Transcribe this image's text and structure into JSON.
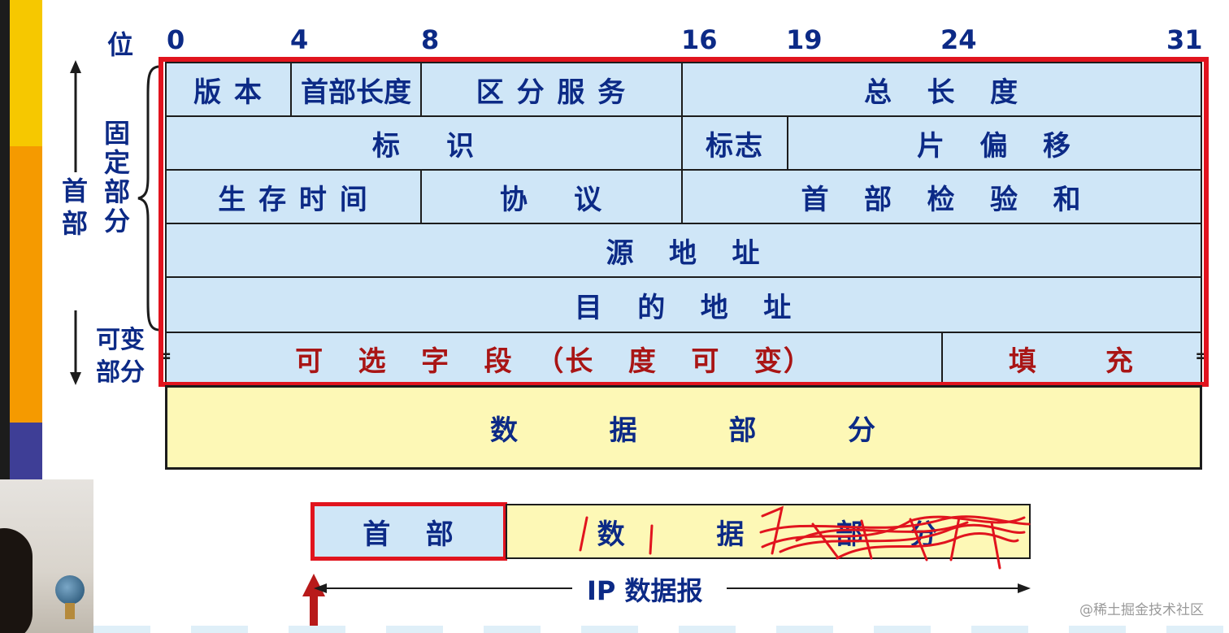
{
  "bits": [
    "位",
    "0",
    "4",
    "8",
    "16",
    "19",
    "24",
    "31"
  ],
  "side": {
    "header": "首部",
    "fixed": "固定部分",
    "variable_line1": "可变",
    "variable_line2": "部分"
  },
  "header_fields": {
    "version": "版 本",
    "header_length": "首部长度",
    "diff_services": "区 分 服 务",
    "total_length": "总   长   度",
    "identification": "标    识",
    "flags": "标志",
    "fragment_offset": "片   偏   移",
    "ttl": "生 存 时 间",
    "protocol": "协    议",
    "checksum": "首   部   检   验   和",
    "source_address": "源   地   址",
    "dest_address": "目   的   地   址",
    "options": "可   选   字   段  （长   度   可   变）",
    "padding": "填      充",
    "data": "数        据        部        分"
  },
  "bottom": {
    "header": "首   部",
    "data": "数        据        部    分",
    "datagram_label": "IP 数据报"
  },
  "watermark": "@稀土掘金技术社区",
  "colors": {
    "cell_blue": "#cfe6f7",
    "cell_yellow": "#fdf8b6",
    "label_blue": "#0c2a86",
    "highlight_red": "#e1141e",
    "option_red": "#a91515"
  }
}
